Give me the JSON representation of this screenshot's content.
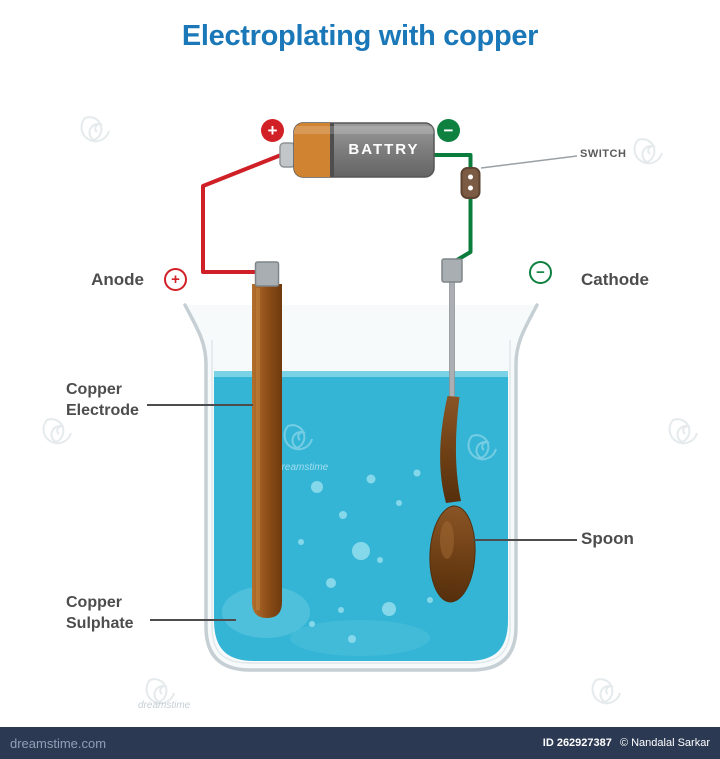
{
  "title": "Electroplating with copper",
  "battery": {
    "label": "BATTRY",
    "positive_symbol": "+",
    "negative_symbol": "−"
  },
  "switch": {
    "label": "SWITCH"
  },
  "electrodes": {
    "anode_label": "Anode",
    "anode_symbol": "+",
    "cathode_label": "Cathode",
    "cathode_symbol": "−"
  },
  "parts": {
    "copper_electrode": "Copper Electrode",
    "copper_sulphate": "Copper Sulphate",
    "spoon": "Spoon"
  },
  "watermark": {
    "brand": "dreamstime"
  },
  "footer": {
    "site": "dreamstime.com",
    "id": "ID 262927387",
    "author": "© Nandalal Sarkar"
  },
  "colors": {
    "title_blue": "#1a78b8",
    "wire_red": "#cf2027",
    "wire_green": "#0a7c3c",
    "liquid_blue": "#35b5d6",
    "copper_brown": "#8f4f19",
    "spoon_brown": "#6b3d13",
    "battery_gray": "#7d7d7d",
    "battery_band_orange": "#d08331",
    "footer_navy": "#2b3a52",
    "label_gray": "#4d4d4d"
  }
}
